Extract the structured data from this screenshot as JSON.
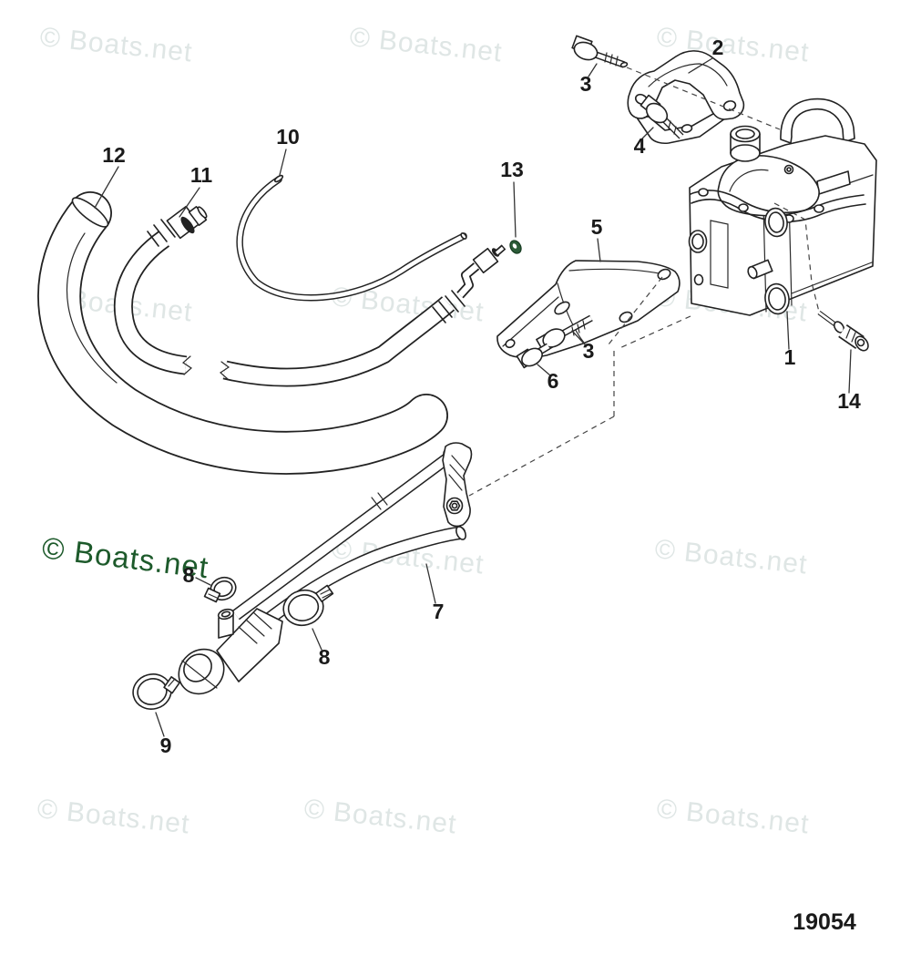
{
  "watermark": {
    "text": "© Boats.net",
    "light_color": "#dfe6e5",
    "green_color": "#1d5a2b"
  },
  "drawing_number": "19054",
  "callouts": {
    "n1": "1",
    "n2": "2",
    "n3": "3",
    "n4": "4",
    "n5": "5",
    "n6": "6",
    "n7": "7",
    "n8": "8",
    "n9": "9",
    "n10": "10",
    "n11": "11",
    "n12": "12",
    "n13": "13",
    "n14": "14"
  },
  "colors": {
    "line": "#222222",
    "background": "#ffffff",
    "o_ring_13": "#2c5c38"
  }
}
